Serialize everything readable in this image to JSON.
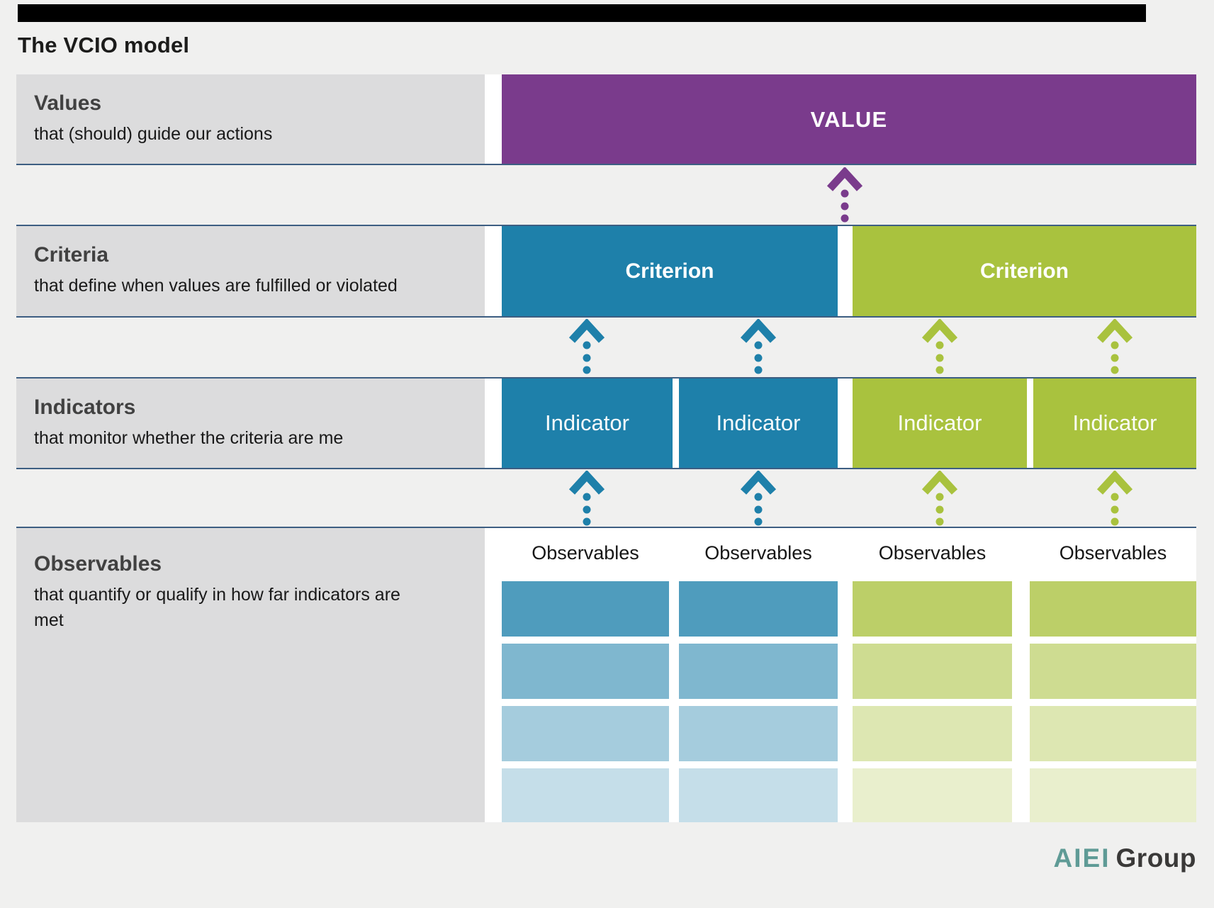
{
  "title": "The VCIO model",
  "rows": [
    {
      "heading": "Values",
      "subtitle": "that (should) guide our actions"
    },
    {
      "heading": "Criteria",
      "subtitle": "that define when values are fulfilled or violated"
    },
    {
      "heading": "Indicators",
      "subtitle": "that monitor whether the criteria are me"
    },
    {
      "heading": "Observables",
      "subtitle": "that quantify or qualify in how far indicators are met"
    }
  ],
  "value_box": "VALUE",
  "criterion_boxes": [
    "Criterion",
    "Criterion"
  ],
  "indicator_boxes": [
    "Indicator",
    "Indicator",
    "Indicator",
    "Indicator"
  ],
  "observables": {
    "headers": [
      "Observables",
      "Observables",
      "Observables",
      "Observables"
    ],
    "grid": {
      "rows": 4,
      "cols": 4,
      "row_alphas": [
        0.78,
        0.57,
        0.4,
        0.26
      ],
      "col_colors": [
        "blue",
        "blue",
        "green",
        "green"
      ]
    }
  },
  "logo": {
    "brand": "AIEI",
    "name": "Group"
  },
  "colors": {
    "purple": "#7a3b8c",
    "blue": "#1e80aa",
    "green": "#a9c23e",
    "separator": "#3d5e82",
    "label_bg": "#dcdcdd",
    "page_bg": "#f0f0ef",
    "top_bar": "#000000",
    "logo_teal": "#5f9b96",
    "logo_dark": "#3a3938"
  }
}
